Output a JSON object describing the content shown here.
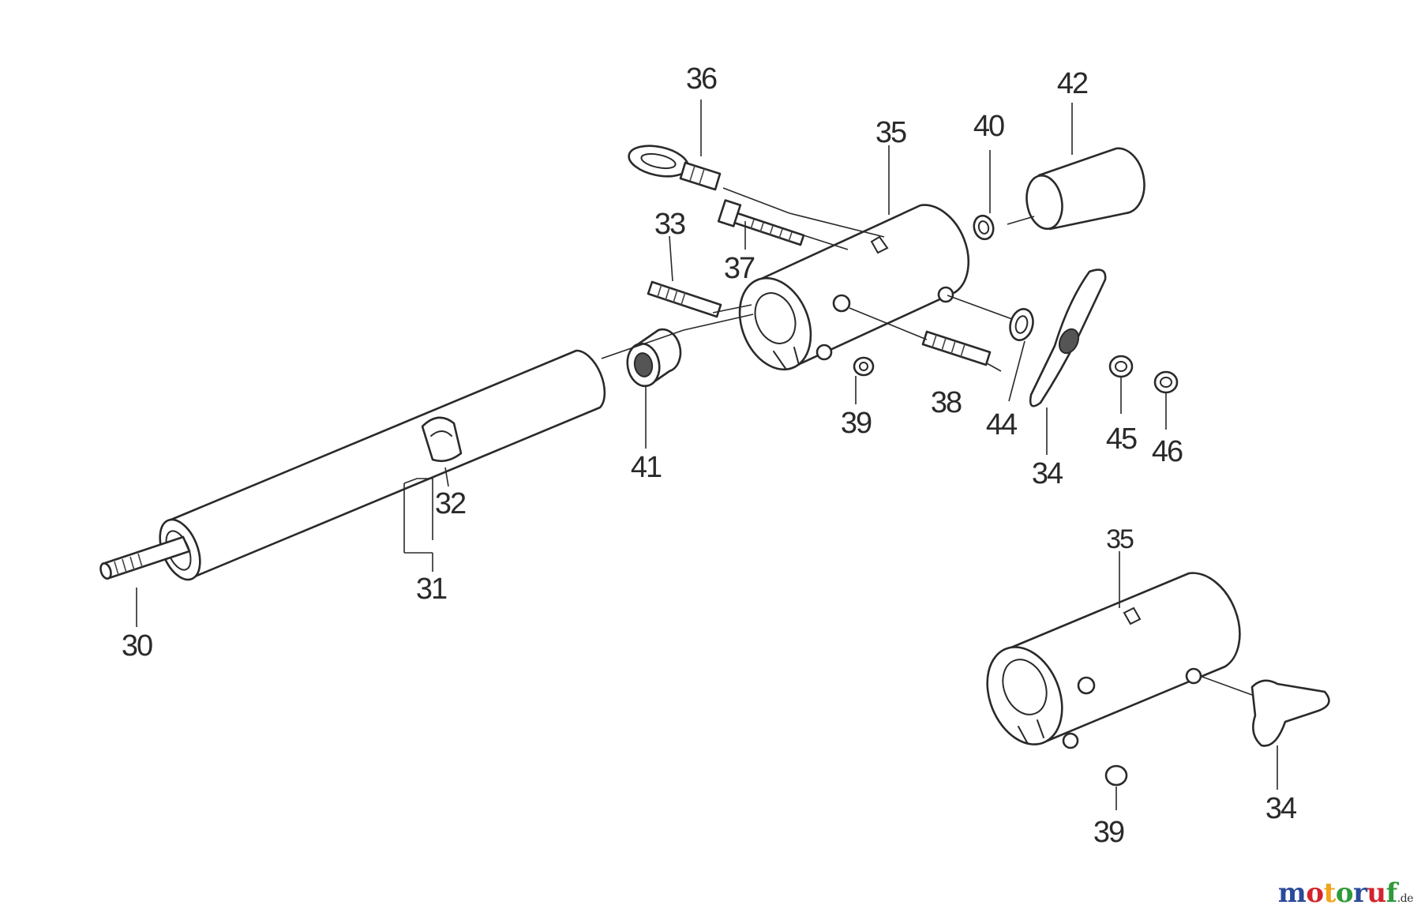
{
  "labels": {
    "p30": "30",
    "p31": "31",
    "p32": "32",
    "p33": "33",
    "p34a": "34",
    "p34b": "34",
    "p35a": "35",
    "p35b": "35",
    "p36": "36",
    "p37": "37",
    "p38": "38",
    "p39a": "39",
    "p39b": "39",
    "p40": "40",
    "p41": "41",
    "p42": "42",
    "p44": "44",
    "p45": "45",
    "p46": "46"
  },
  "watermark": {
    "letters": [
      "m",
      "o",
      "t",
      "o",
      "r",
      "u",
      "f"
    ],
    "colors": [
      "#2b4a9a",
      "#d4232c",
      "#f2a31a",
      "#2f9a3a",
      "#2b4a9a",
      "#d4232c",
      "#2f9a3a"
    ],
    "suffix": ".de"
  }
}
